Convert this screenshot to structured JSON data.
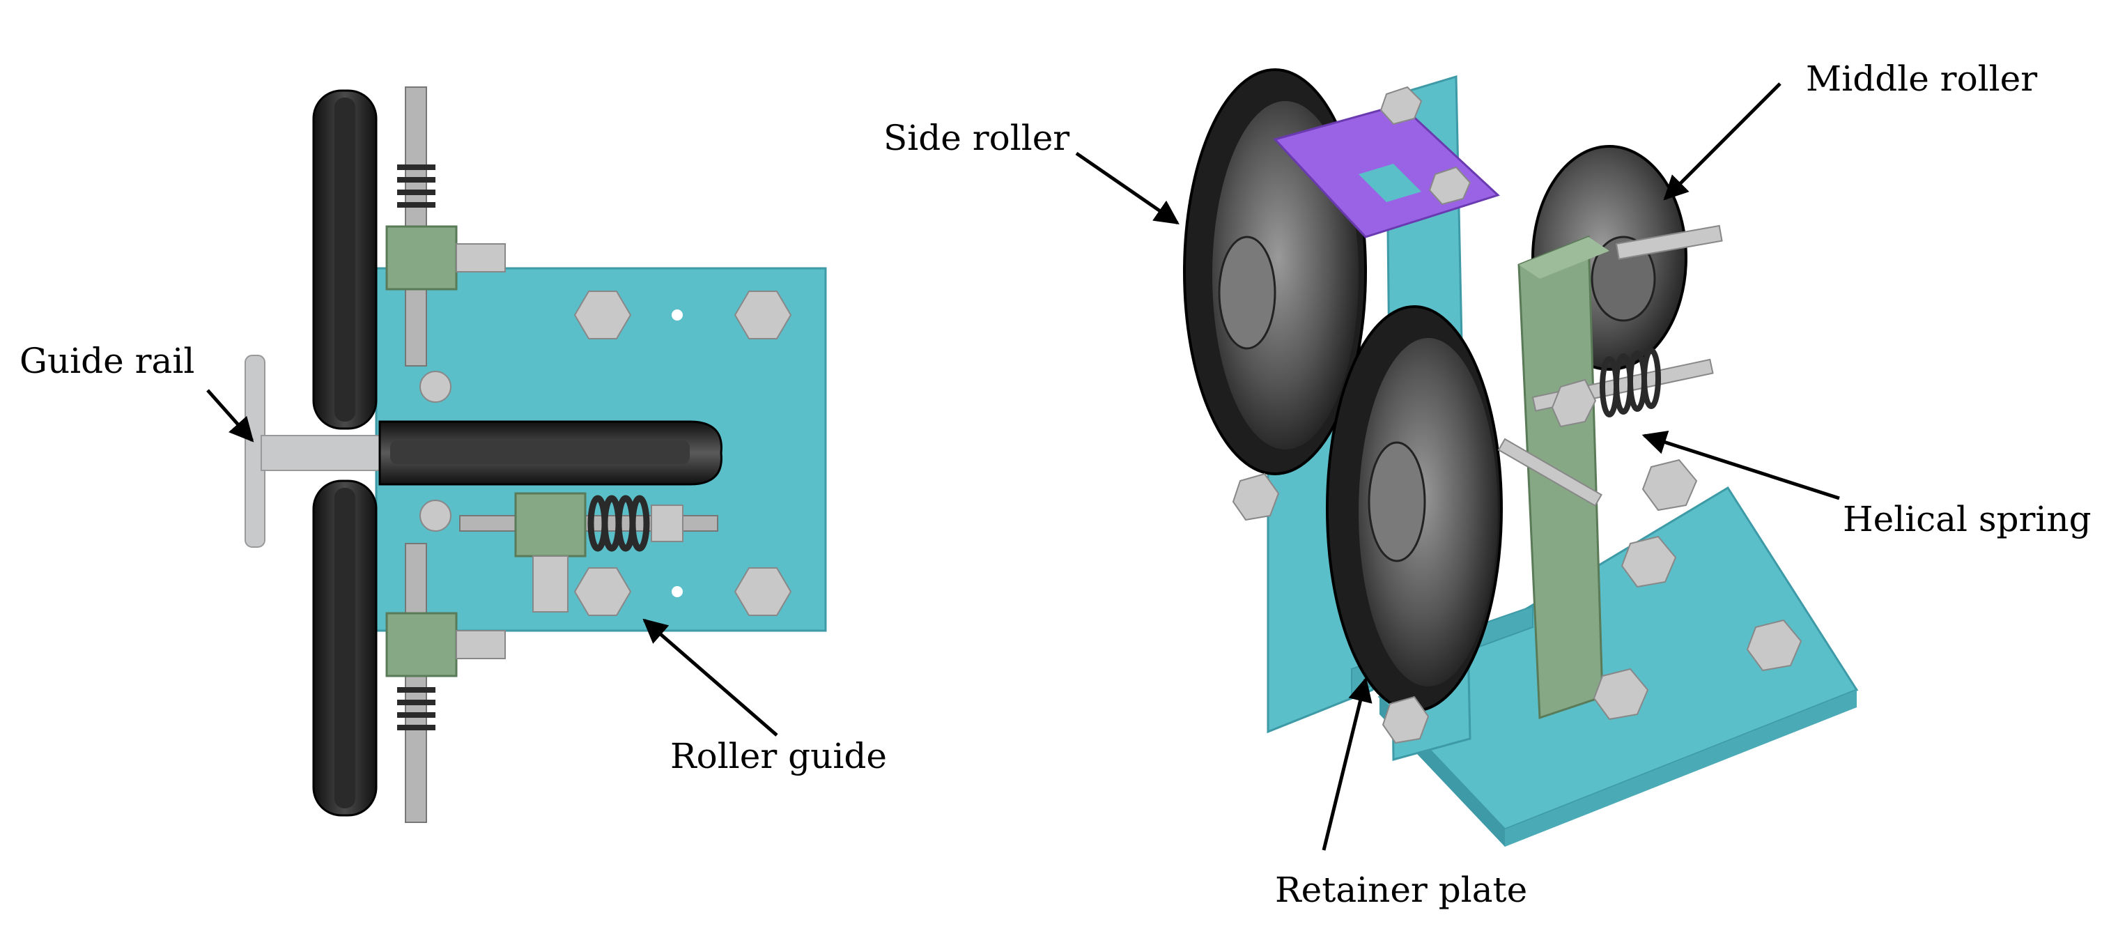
{
  "labels": {
    "guide_rail": "Guide rail",
    "roller_guide": "Roller guide",
    "side_roller": "Side roller",
    "middle_roller": "Middle roller",
    "helical_spring": "Helical spring",
    "retainer_plate": "Retainer plate"
  },
  "colors": {
    "plate": "#5bbfca",
    "plate_dark": "#3d9aa6",
    "roller": "#3a3a3a",
    "roller_dark": "#161616",
    "roller_light": "#8a8a8a",
    "block": "#86a884",
    "block_dark": "#5a7a58",
    "bolt": "#c8c8c8",
    "rail": "#c7c9cb",
    "purple": "#9a63e6",
    "spring": "#2a2a2a"
  }
}
